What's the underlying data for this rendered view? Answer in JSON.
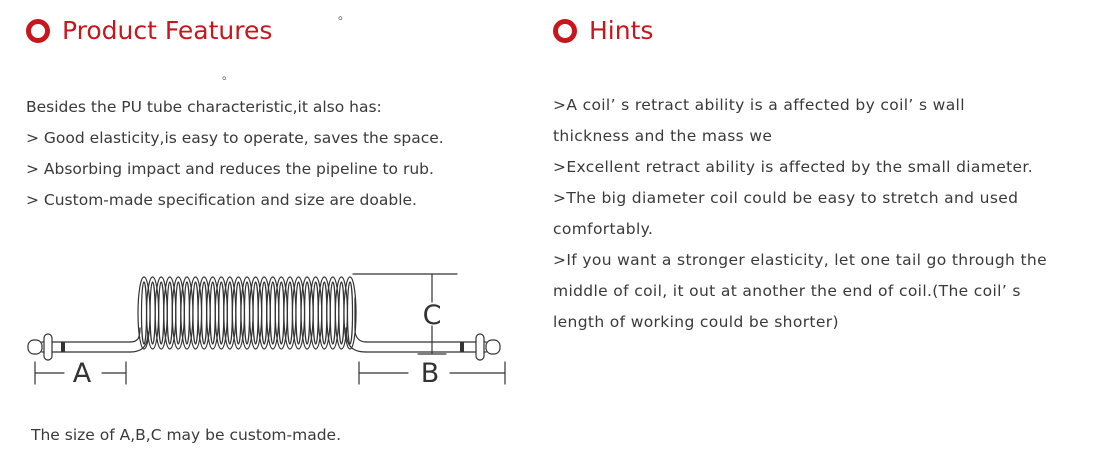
{
  "features": {
    "title": "Product Features",
    "intro": "Besides the PU tube characteristic,it also has:",
    "items": [
      "> Good elasticity,is easy to operate, saves the space.",
      "> Absorbing impact and reduces the pipeline to rub.",
      "> Custom-made specification and size are doable."
    ],
    "stray_marks": [
      "。",
      "。"
    ]
  },
  "hints": {
    "title": "Hints",
    "lines": [
      ">A coil’ s retract ability is a affected by coil’ s wall",
      "thickness and the mass we",
      ">Excellent retract ability is affected by the small diameter.",
      ">The big diameter coil could be easy to stretch and used",
      "comfortably.",
      ">If you want a stronger elasticity, let one tail go through the",
      "middle of coil, it out at another the end of coil.(The coil’ s",
      "length of working could be shorter)"
    ]
  },
  "diagram": {
    "label_a": "A",
    "label_b": "B",
    "label_c": "C"
  },
  "caption": "The size of A,B,C may be custom-made.",
  "colors": {
    "accent": "#c8161d",
    "text": "#3a3a3a",
    "line": "#333333"
  }
}
